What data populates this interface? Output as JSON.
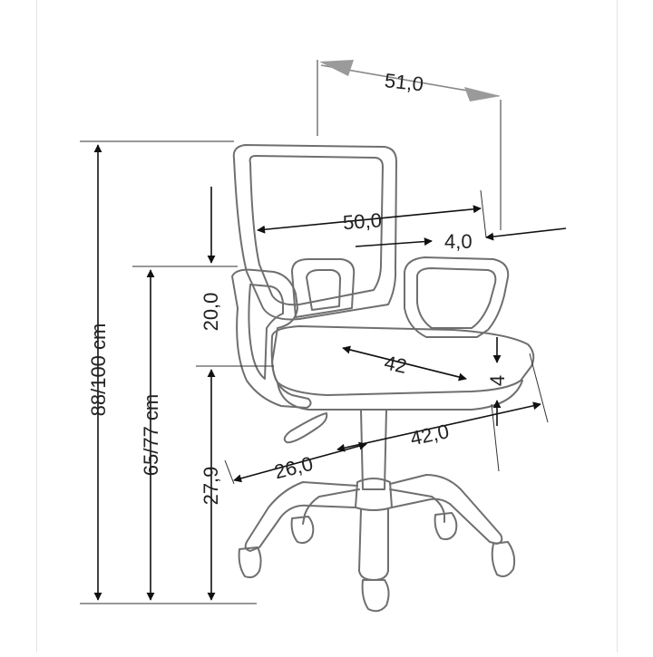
{
  "dimensions": {
    "seat_width_top": "51,0",
    "backrest_width": "50,0",
    "armrest_thickness": "4,0",
    "backrest_height": "20,0",
    "seat_depth": "42",
    "seat_thickness": "4",
    "base_depth": "42,0",
    "armrest_offset": "26,0",
    "seat_height_low": "27,9",
    "armrest_height": "65/77 cm",
    "total_height": "88/100 cm"
  },
  "colors": {
    "chair_outline": "#6f6f6f",
    "dimension_line": "#333333",
    "arrow_dark": "#111111",
    "arrow_grey": "#9a9a9a",
    "frame_line": "#e4e4e4"
  }
}
